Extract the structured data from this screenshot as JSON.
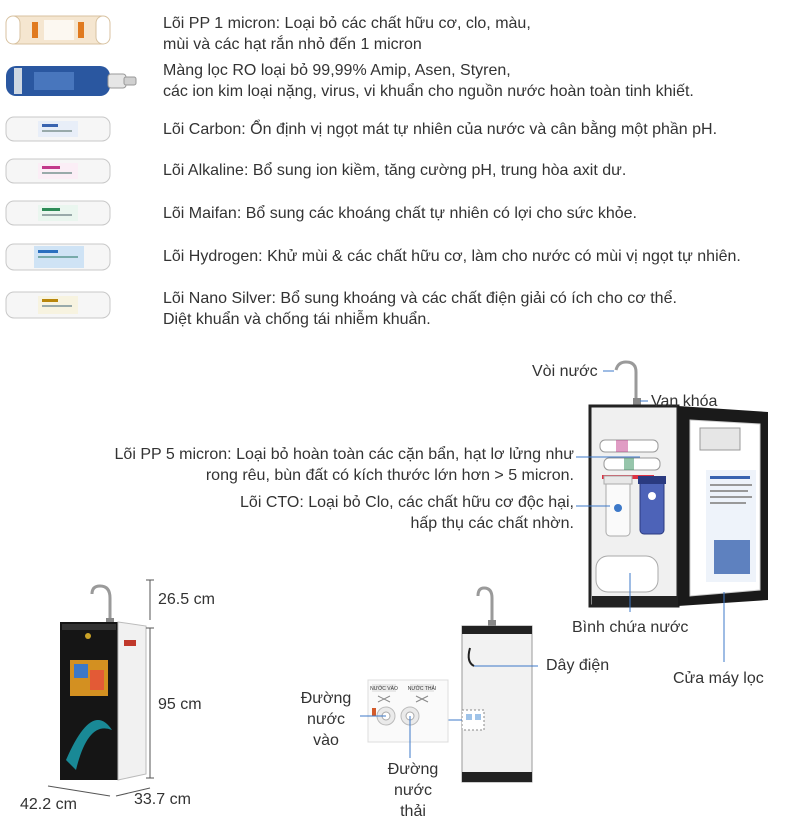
{
  "colors": {
    "text": "#333333",
    "leader": "#3c78c8",
    "cabinet_dark": "#1a1a1a",
    "cabinet_white": "#f2f2f2",
    "ro_membrane": "#2a57a0",
    "pp1_cartridge": "#f5e6d0",
    "accent_red": "#c0392b"
  },
  "filters": [
    {
      "icon": "pp1-cartridge-icon",
      "lines": [
        "Lõi PP 1 micron: Loại bỏ các chất hữu cơ, clo, màu,",
        "mùi và các hạt rắn nhỏ đến 1 micron"
      ]
    },
    {
      "icon": "ro-membrane-icon",
      "lines": [
        "Màng lọc RO loại bỏ 99,99% Amip, Asen, Styren,",
        "các ion kim loại nặng, virus, vi khuẩn cho nguồn nước hoàn toàn tinh khiết."
      ]
    },
    {
      "icon": "carbon-cartridge-icon",
      "lines": [
        "Lõi Carbon: Ổn định vị ngọt mát tự nhiên của nước và cân bằng một phần pH."
      ]
    },
    {
      "icon": "alkaline-cartridge-icon",
      "lines": [
        "Lõi Alkaline: Bổ sung ion kiềm, tăng cường pH, trung hòa axit dư."
      ]
    },
    {
      "icon": "maifan-cartridge-icon",
      "lines": [
        "Lõi Maifan: Bổ sung các khoáng chất tự nhiên có lợi cho sức khỏe."
      ]
    },
    {
      "icon": "hydrogen-cartridge-icon",
      "lines": [
        "Lõi Hydrogen: Khử mùi & các chất hữu cơ, làm cho nước có mùi vị ngọt tự nhiên."
      ]
    },
    {
      "icon": "nano-silver-cartridge-icon",
      "lines": [
        "Lõi Nano Silver: Bổ sung khoáng và các chất điện giải có ích cho cơ thể.",
        "Diệt khuẩn và chống tái nhiễm khuẩn."
      ]
    }
  ],
  "labels": {
    "faucet": "Vòi nước",
    "valve": "Van khóa",
    "pp5_line1": "Lõi PP 5 micron: Loại bỏ hoàn toàn các cặn bẩn, hạt lơ lửng như",
    "pp5_line2": "rong rêu, bùn đất có kích thước lớn hơn > 5 micron.",
    "cto_line1": "Lõi CTO: Loại bỏ Clo, các chất hữu cơ độc hại,",
    "cto_line2": "hấp thụ các chất nhờn.",
    "tank": "Bình chứa nước",
    "door": "Cửa máy lọc",
    "cord": "Dây điện",
    "inlet_1": "Đường",
    "inlet_2": "nước",
    "inlet_3": "vào",
    "drain_1": "Đường",
    "drain_2": "nước",
    "drain_3": "thải"
  },
  "dimensions": {
    "faucet_height": "26.5 cm",
    "body_height": "95 cm",
    "width": "42.2 cm",
    "depth": "33.7 cm"
  },
  "panel_text": {
    "inlet_label": "NƯỚC VÀO",
    "outlet_label": "NƯỚC THẢI"
  }
}
